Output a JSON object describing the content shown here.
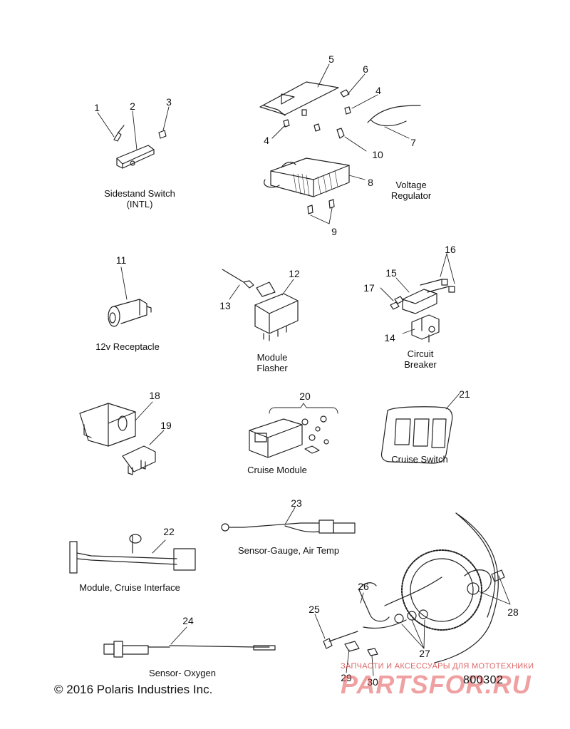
{
  "callouts": [
    "1",
    "2",
    "3",
    "4",
    "4",
    "5",
    "6",
    "7",
    "8",
    "9",
    "10",
    "11",
    "12",
    "13",
    "14",
    "15",
    "16",
    "17",
    "18",
    "19",
    "20",
    "21",
    "22",
    "23",
    "24",
    "25",
    "26",
    "27",
    "28",
    "29",
    "30"
  ],
  "captions": {
    "sidestand": "Sidestand Switch\n(INTL)",
    "regulator": "Voltage\nRegulator",
    "receptacle": "12v Receptacle",
    "flasher": "Module\nFlasher",
    "breaker": "Circuit\nBreaker",
    "cruise_module": "Cruise Module",
    "cruise_switch": "Cruise Switch",
    "air_temp": "Sensor-Gauge, Air Temp",
    "cruise_interface": "Module, Cruise Interface",
    "oxygen": "Sensor- Oxygen"
  },
  "copyright": "© 2016 Polaris Industries Inc.",
  "part_number": "800302",
  "watermark": {
    "tagline": "ЗАПЧАСТИ И АКСЕССУАРЫ ДЛЯ МОТОТЕХНИКИ",
    "logo": "PARTSFOR.RU"
  }
}
